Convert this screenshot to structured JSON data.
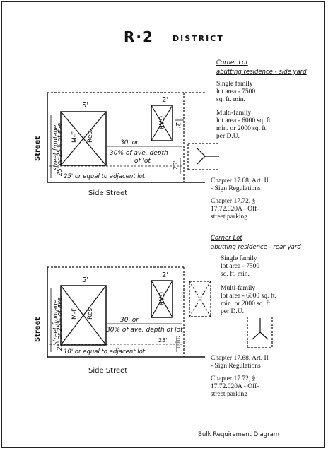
{
  "title": {
    "main": "R·2",
    "district": "DISTRICT"
  },
  "top": {
    "heading": "Corner Lot",
    "subheading": "abutting residence - side yard",
    "single_family": [
      "Single family",
      "lot area - 7500",
      "sq. ft. min."
    ],
    "multi_family": [
      "Multi-family",
      "lot area - 6000 sq. ft.",
      "min. or 2000 sq. ft.",
      "per D.U."
    ],
    "chapter_sign": [
      "Chapter 17.68, Art. II",
      "- Sign Regulations"
    ],
    "chapter_parking": [
      "Chapter 17.72, §",
      "17.72.020A - Off-",
      "street parking"
    ],
    "labels": {
      "side_setback": "5'",
      "garage_setback": "2'",
      "garage_side": "2'",
      "building": [
        "M-F",
        "Res."
      ],
      "garage": "GAR",
      "rear_a": "30' or",
      "rear_b": "30% of ave. depth",
      "rear_c": "of lot",
      "front_a": "25' or 25% of ave.",
      "front_b": "street frontage",
      "bottom": "25' or equal to adjacent lot",
      "side_min": "25'",
      "street": "Street",
      "side_street": "Side   Street"
    }
  },
  "bottom": {
    "heading": "Corner Lot",
    "subheading": "abutting residence - rear yard",
    "single_family": [
      "Single family",
      "lot area - 7500",
      "sq. ft. min."
    ],
    "multi_family": [
      "Multi-family",
      "lot area - 6000 sq. ft.",
      "min. or 2000 sq. ft.",
      "per D.U."
    ],
    "chapter_sign": [
      "Chapter 17.68, Art. II",
      "- Sign Regulations"
    ],
    "chapter_parking": [
      "Chapter 17.72, §",
      "17.72.020A - Off-",
      "street parking"
    ],
    "labels": {
      "side_setback": "5'",
      "garage_setback": "2'",
      "building": [
        "M-F",
        "Res."
      ],
      "garage": "GAR",
      "rear_a": "30' or",
      "rear_b": "30% of ave. depth of lot",
      "front_a": "25' or 25% of ave.",
      "front_b": "street frontage",
      "bottom": "10' or equal to adjacent lot",
      "side_min_a": "25'",
      "side_min_b": "min.",
      "street": "Street",
      "side_street": "Side   Street"
    }
  },
  "footer": "Bulk  Requirement  Diagram"
}
